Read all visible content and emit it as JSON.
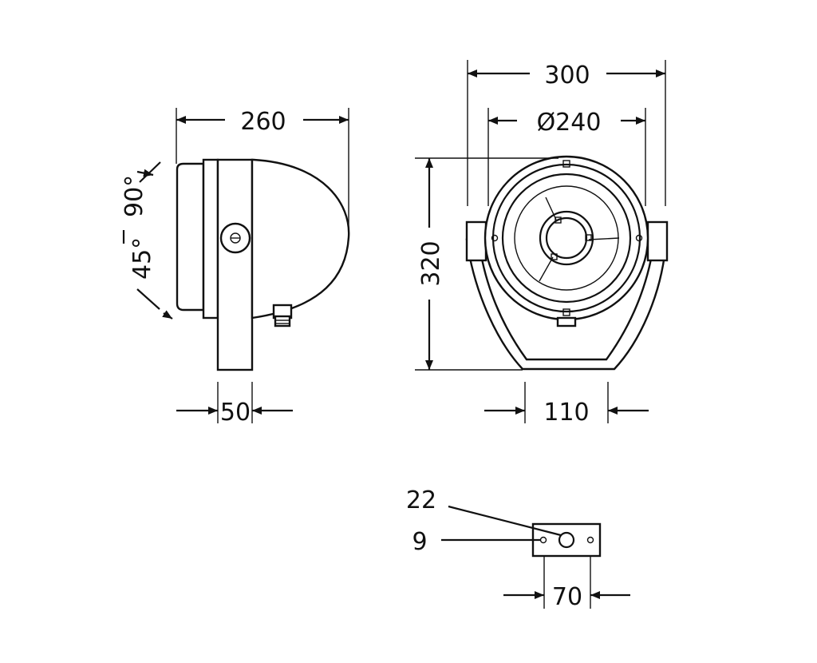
{
  "colors": {
    "ink": "#111111",
    "background": "#ffffff"
  },
  "side_view": {
    "width_label": "260",
    "mount_label": "50",
    "tilt_up_label": "90°",
    "tilt_down_label": "45°"
  },
  "front_view": {
    "width_label": "300",
    "diameter_label": "Ø240",
    "height_label": "320",
    "base_label": "110"
  },
  "bracket_view": {
    "hole_large_label": "22",
    "hole_small_label": "9",
    "width_label": "70"
  }
}
